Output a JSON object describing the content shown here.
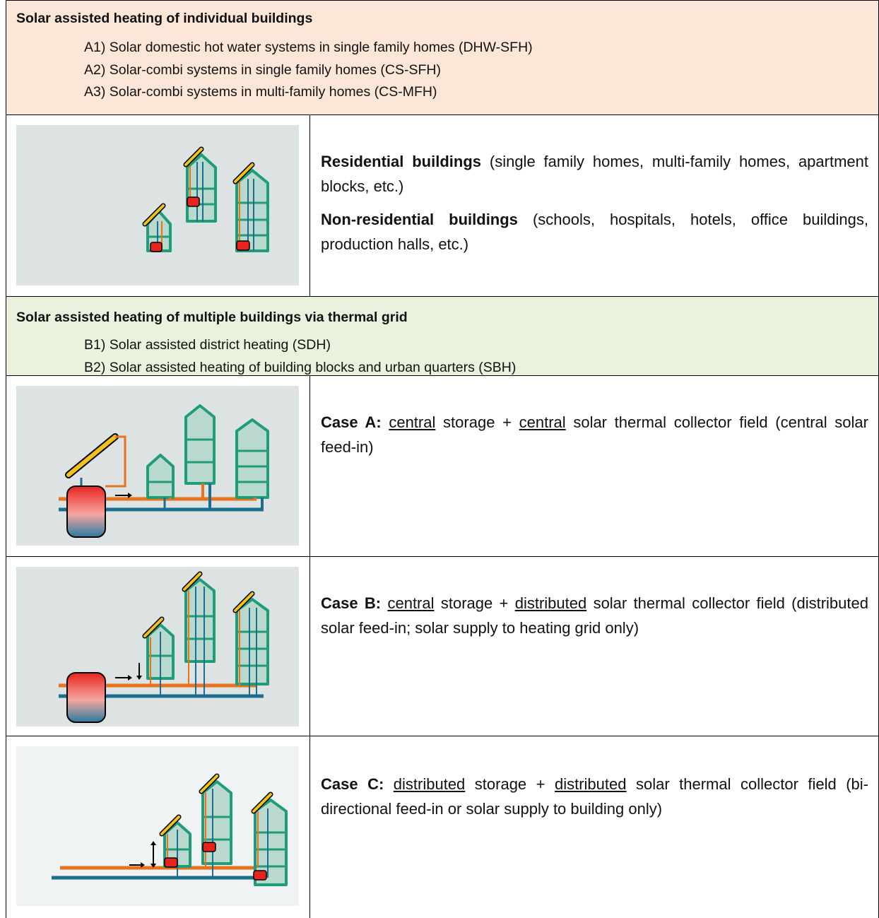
{
  "sectionA": {
    "title": "Solar assisted heating of individual buildings",
    "items": [
      "A1) Solar domestic hot water systems in single family homes (DHW-SFH)",
      "A2) Solar-combi systems in single family homes (CS-SFH)",
      "A3) Solar-combi systems in multi-family homes (CS-MFH)"
    ],
    "residential_label": "Residential buildings",
    "residential_text": "(single family homes, multi-family homes, apartment blocks, etc.)",
    "nonresidential_label": "Non-residential buildings",
    "nonresidential_text": "(schools, hospitals, hotels, office buildings, production halls, etc.)"
  },
  "sectionB": {
    "title": "Solar assisted heating of multiple buildings via thermal grid",
    "items": [
      "B1) Solar assisted district heating (SDH)",
      "B2) Solar assisted heating of building blocks and urban quarters (SBH)"
    ]
  },
  "cases": [
    {
      "label": "Case A:",
      "w1": "central",
      "mid1": "storage +",
      "w2": "central",
      "mid2": "solar thermal collector field (central solar feed-in)"
    },
    {
      "label": "Case B:",
      "w1": "central",
      "mid1": "storage +",
      "w2": "distributed",
      "mid2": "solar thermal collector field (distributed solar feed-in; solar supply to heating grid only)"
    },
    {
      "label": "Case C:",
      "w1": "distributed",
      "mid1": "storage +",
      "w2": "distributed",
      "mid2": "solar thermal collector field (bi-directional feed-in or solar supply to building only)"
    }
  ],
  "colors": {
    "sectionA_bg": "#fce6d8",
    "sectionB_bg": "#eaf1dd",
    "panel_bg": "#dde2e2",
    "building_stroke": "#1f9c7a",
    "building_fill": "#b9d9cf",
    "supply_pipe": "#e8731c",
    "return_pipe": "#1d6e8c",
    "collector": "#f2c21b",
    "storage": "#e8241f"
  }
}
